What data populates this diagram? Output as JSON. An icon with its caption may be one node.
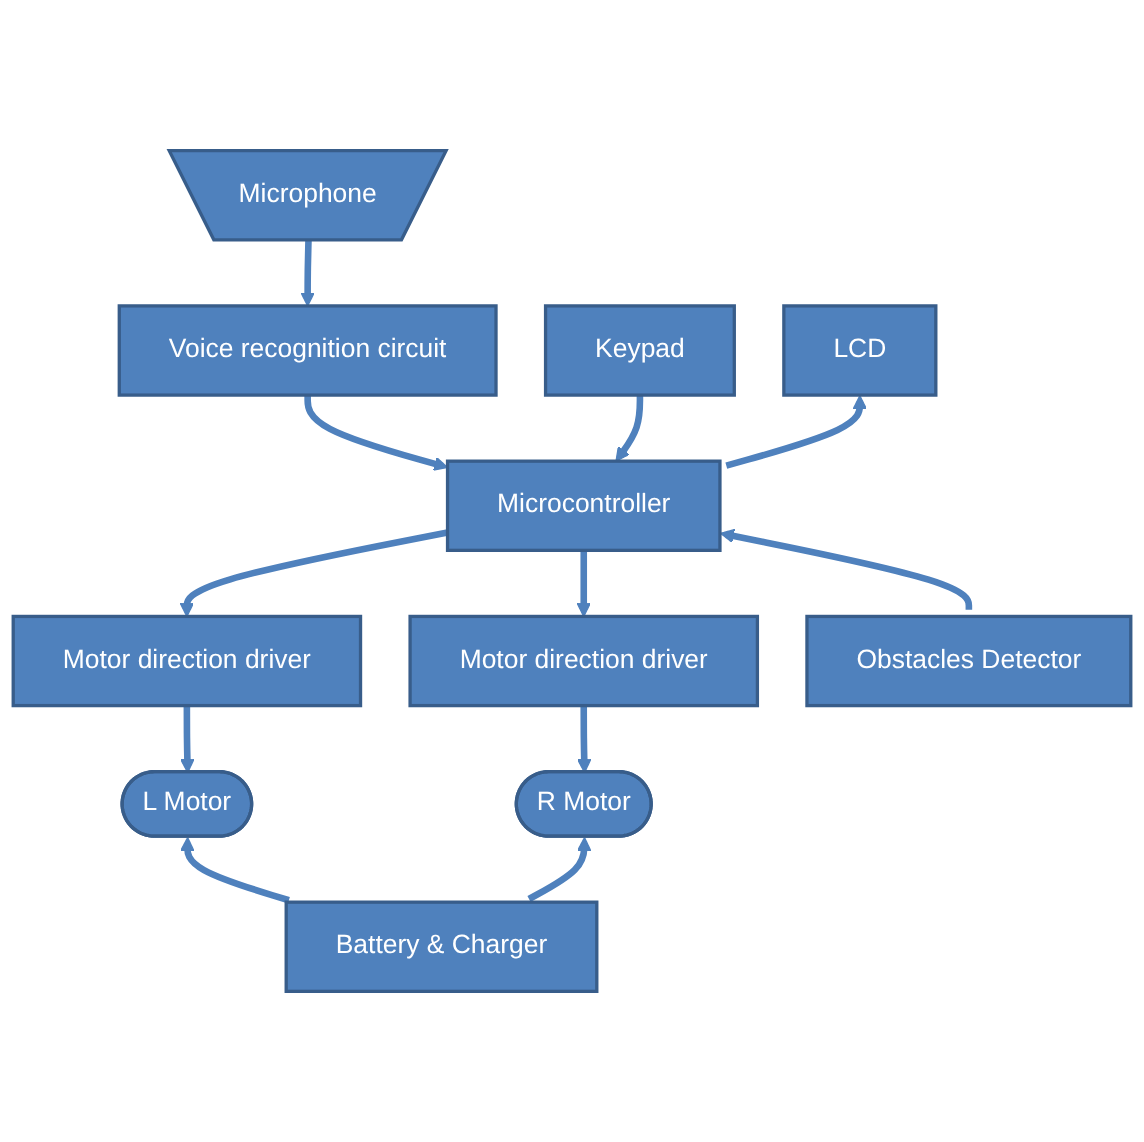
{
  "diagram": {
    "nodes": [
      {
        "text": [
          "Microphone"
        ]
      },
      {
        "text": [
          "Voice recognition circuit"
        ]
      },
      {
        "text": [
          "Keypad"
        ]
      },
      {
        "text": [
          "LCD"
        ]
      },
      {
        "text": [
          "Motor direction driver"
        ]
      },
      {
        "text": [
          "Microcontroller"
        ]
      },
      {
        "text": [
          "Motor direction driver"
        ]
      },
      {
        "text": [
          "Obstacles Detector"
        ]
      },
      {
        "text": [
          "L Motor"
        ]
      },
      {
        "text": [
          "R Motor"
        ]
      },
      {
        "text": [
          "Battery & Charger"
        ]
      }
    ],
    "edges": [
      {
        "from": 0,
        "to": 1,
        "arrow": "to"
      },
      {
        "from": 1,
        "to": 5,
        "arrow": "to"
      },
      {
        "from": 2,
        "to": 5,
        "arrow": "to"
      },
      {
        "from": 5,
        "to": 3,
        "arrow": "to"
      },
      {
        "from": 5,
        "to": 4,
        "arrow": "to"
      },
      {
        "from": 5,
        "to": 6,
        "arrow": "to"
      },
      {
        "from": 7,
        "to": 5,
        "arrow": "to"
      },
      {
        "from": 4,
        "to": 8,
        "arrow": "to"
      },
      {
        "from": 6,
        "to": 9,
        "arrow": "to"
      },
      {
        "from": 10,
        "to": 8,
        "arrow": "to"
      },
      {
        "from": 10,
        "to": 9,
        "arrow": "to"
      }
    ]
  }
}
